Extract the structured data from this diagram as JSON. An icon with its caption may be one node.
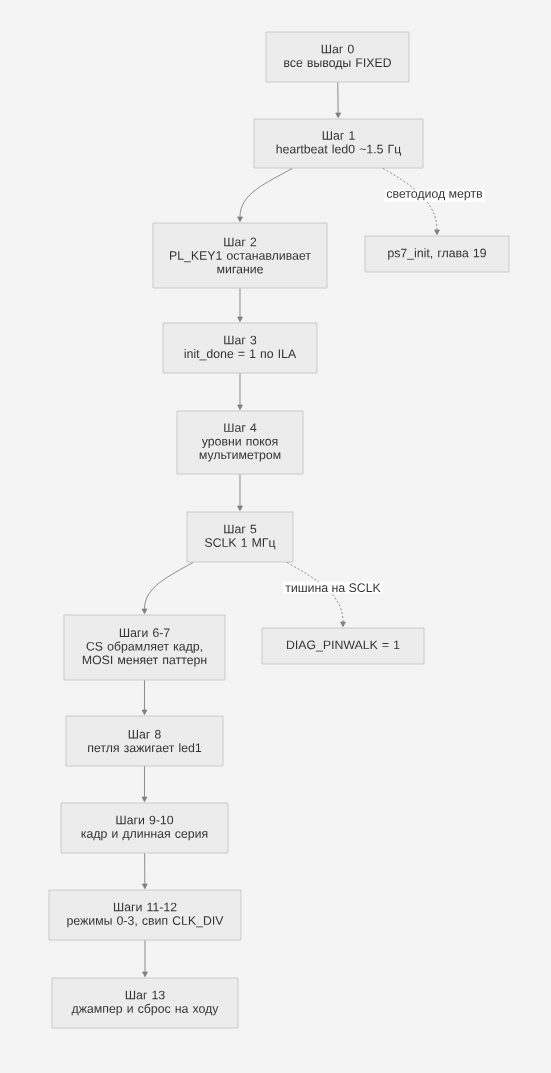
{
  "diagram": {
    "nodes": [
      {
        "text": [
          "Шаг 0",
          "все выводы FIXED"
        ]
      },
      {
        "text": [
          "Шаг 1",
          "heartbeat led0 ~1.5 Гц"
        ]
      },
      {
        "text": [
          "Шаг 2",
          "PL_KEY1 останавливает мигание"
        ]
      },
      {
        "text": [
          "ps7_init, глава 19"
        ]
      },
      {
        "text": [
          "Шаг 3",
          "init_done = 1 по ILA"
        ]
      },
      {
        "text": [
          "Шаг 4",
          "уровни покоя мультиметром"
        ]
      },
      {
        "text": [
          "Шаг 5",
          "SCLK 1 МГц"
        ]
      },
      {
        "text": [
          "Шаги 6-7",
          "CS обрамляет кадр, MOSI меняет паттерн"
        ]
      },
      {
        "text": [
          "DIAG_PINWALK = 1"
        ]
      },
      {
        "text": [
          "Шаг 8",
          "петля зажигает led1"
        ]
      },
      {
        "text": [
          "Шаги 9-10",
          "кадр и длинная серия"
        ]
      },
      {
        "text": [
          "Шаги 11-12",
          "режимы 0-3, свип CLK_DIV"
        ]
      },
      {
        "text": [
          "Шаг 13",
          "джампер и сброс на ходу"
        ]
      }
    ],
    "edges": [
      {
        "from": 0,
        "to": 1,
        "arrow": "to"
      },
      {
        "from": 1,
        "to": 2,
        "arrow": "to"
      },
      {
        "from": 1,
        "to": 3,
        "arrow": "to",
        "label": "светодиод мертв",
        "style": "dashed"
      },
      {
        "from": 2,
        "to": 4,
        "arrow": "to"
      },
      {
        "from": 4,
        "to": 5,
        "arrow": "to"
      },
      {
        "from": 5,
        "to": 6,
        "arrow": "to"
      },
      {
        "from": 6,
        "to": 7,
        "arrow": "to"
      },
      {
        "from": 6,
        "to": 8,
        "arrow": "to",
        "label": "тишина на SCLK",
        "style": "dashed"
      },
      {
        "from": 7,
        "to": 9,
        "arrow": "to"
      },
      {
        "from": 9,
        "to": 10,
        "arrow": "to"
      },
      {
        "from": 10,
        "to": 11,
        "arrow": "to"
      },
      {
        "from": 11,
        "to": 12,
        "arrow": "to"
      }
    ]
  }
}
